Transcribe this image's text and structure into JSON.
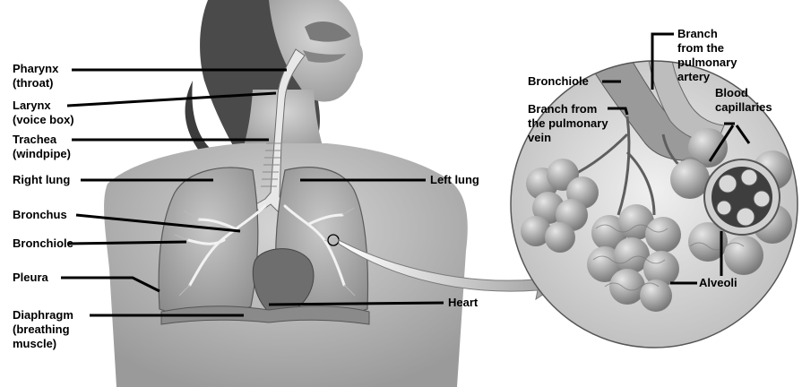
{
  "labels": {
    "pharynx": "Pharynx\n(throat)",
    "larynx": "Larynx\n(voice box)",
    "trachea": "Trachea\n(windpipe)",
    "right_lung": "Right lung",
    "bronchus": "Bronchus",
    "bronchiole_left": "Bronchiole",
    "pleura": "Pleura",
    "diaphragm": "Diaphragm\n(breathing\nmuscle)",
    "left_lung": "Left lung",
    "heart": "Heart",
    "bronchiole_inset": "Bronchiole",
    "branch_vein": "Branch from\nthe pulmonary\nvein",
    "branch_artery": "Branch\nfrom the\npulmonary\nartery",
    "blood_capillaries": "Blood\ncapillaries",
    "alveoli": "Alveoli"
  },
  "colors": {
    "background": "#ffffff",
    "label_text": "#000000",
    "leader_line": "#000000"
  }
}
